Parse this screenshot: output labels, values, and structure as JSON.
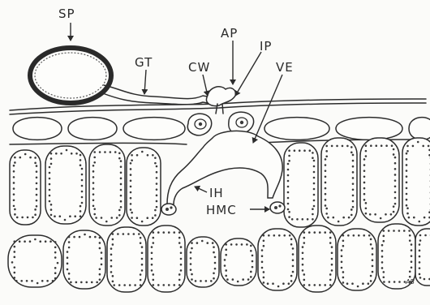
{
  "labels": {
    "sp": "SP",
    "gt": "GT",
    "ap": "AP",
    "cw": "CW",
    "ip": "IP",
    "ve": "VE",
    "ih": "IH",
    "hmc": "HMC"
  },
  "signature": "AB"
}
